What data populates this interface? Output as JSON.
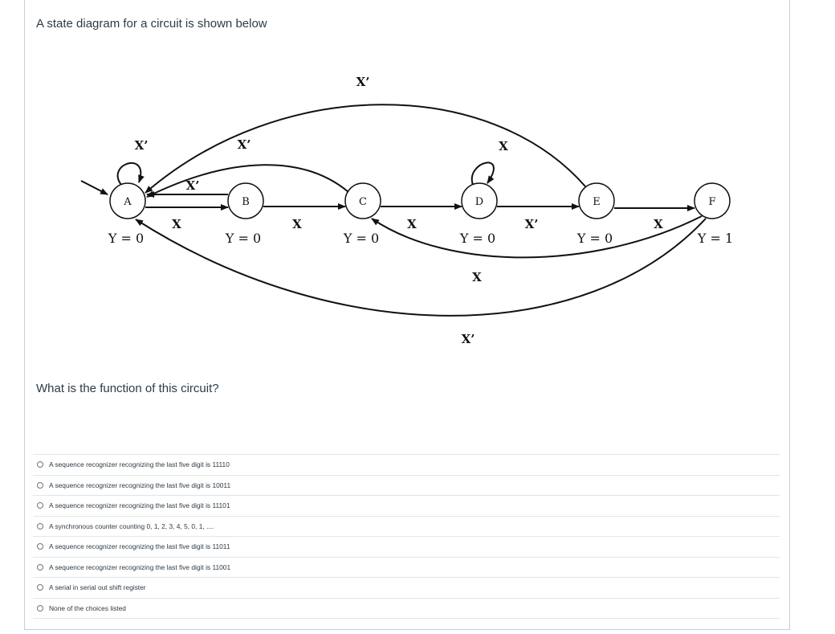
{
  "question": {
    "title": "A state diagram for a circuit is shown below",
    "prompt": "What is the function of this circuit?"
  },
  "diagram": {
    "states": [
      {
        "name": "A",
        "output": "Y = 0"
      },
      {
        "name": "B",
        "output": "Y = 0"
      },
      {
        "name": "C",
        "output": "Y = 0"
      },
      {
        "name": "D",
        "output": "Y = 0"
      },
      {
        "name": "E",
        "output": "Y = 0"
      },
      {
        "name": "F",
        "output": "Y = 1"
      }
    ],
    "transitions": [
      {
        "from": "A",
        "to": "A",
        "label": "X’"
      },
      {
        "from": "A",
        "to": "B",
        "label": "X"
      },
      {
        "from": "B",
        "to": "A",
        "label": "X’"
      },
      {
        "from": "B",
        "to": "C",
        "label": "X"
      },
      {
        "from": "C",
        "to": "A",
        "label": "X’"
      },
      {
        "from": "C",
        "to": "D",
        "label": "X"
      },
      {
        "from": "D",
        "to": "D",
        "label": "X"
      },
      {
        "from": "D",
        "to": "E",
        "label": "X’"
      },
      {
        "from": "E",
        "to": "A",
        "label": "X’"
      },
      {
        "from": "E",
        "to": "F",
        "label": "X"
      },
      {
        "from": "F",
        "to": "C",
        "label": "X"
      },
      {
        "from": "F",
        "to": "A",
        "label": "X’"
      }
    ]
  },
  "answers": [
    "A sequence recognizer recognizing the last five digit is 11110",
    "A sequence recognizer recognizing the last five digit is 10011",
    "A sequence recognizer recognizing the last five digit is 11101",
    "A synchronous counter counting 0, 1, 2, 3, 4, 5, 0, 1, ....",
    "A sequence recognizer recognizing the last five digit is 11011",
    "A sequence recognizer recognizing the last five digit is 11001",
    "A serial in serial out shift register",
    "None of the choices listed"
  ],
  "colors": {
    "text": "#2d3b45",
    "border": "#c7cdd1",
    "divider": "#e2e6e8",
    "diagram_ink": "#111111"
  }
}
